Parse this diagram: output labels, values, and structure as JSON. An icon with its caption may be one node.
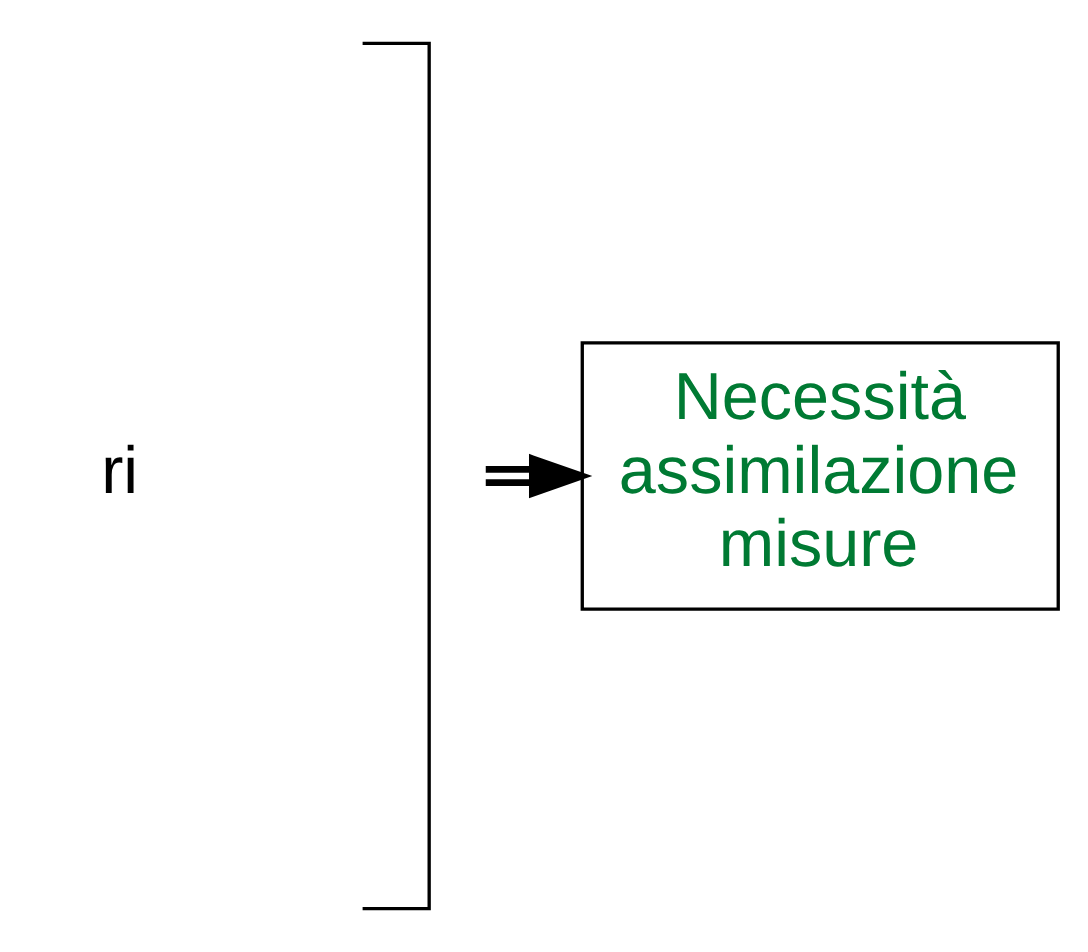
{
  "diagram": {
    "nodes": [
      {
        "text": [],
        "shape": "brace"
      },
      {
        "text": [
          "Necessità assimilazione misure"
        ]
      }
    ],
    "edges": [
      {
        "from": 0,
        "to": 1,
        "arrow": "to"
      }
    ],
    "labels": [
      "ri"
    ]
  }
}
